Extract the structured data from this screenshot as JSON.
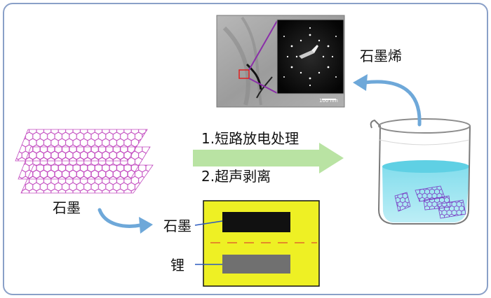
{
  "labels": {
    "graphene": "石墨烯",
    "graphite_left": "石墨",
    "step1": "1.短路放电处理",
    "step2": "2.超声剥离",
    "graphite_electrode": "石墨",
    "lithium_electrode": "锂",
    "scale_bar": "100 nm"
  },
  "colors": {
    "frame": "#8aa0c8",
    "process_arrow": "#b9e3a3",
    "flow_arrow": "#6ea8d9",
    "cell_bg": "#eef024",
    "electrode_graphite": "#111111",
    "electrode_lithium": "#707070",
    "separator": "#e06a2a",
    "lattice_layer": "#c24bc0",
    "liquid": "#62d2e6",
    "tem_highlight": "#8a2ea8"
  }
}
